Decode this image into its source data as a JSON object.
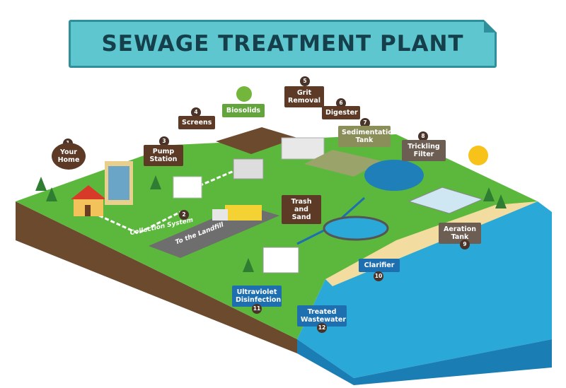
{
  "title": "SEWAGE TREATMENT PLANT",
  "labels": {
    "home": {
      "number": "1",
      "text": "Your\nHome"
    },
    "collection": {
      "number": "2",
      "text": "Collection System"
    },
    "pump": {
      "number": "3",
      "text": "Pump\nStation"
    },
    "screens": {
      "number": "4",
      "text": "Screens"
    },
    "grit": {
      "number": "5",
      "text": "Grit\nRemoval"
    },
    "digester": {
      "number": "6",
      "text": "Digester"
    },
    "sedimentation": {
      "number": "7",
      "text": "Sedimentation\nTank"
    },
    "trickling": {
      "number": "8",
      "text": "Trickling\nFilter"
    },
    "aeration": {
      "number": "9",
      "text": "Aeration\nTank"
    },
    "clarifier": {
      "number": "10",
      "text": "Clarifier"
    },
    "uv": {
      "number": "11",
      "text": "Ultraviolet\nDisinfection"
    },
    "treated": {
      "number": "12",
      "text": "Treated\nWastewater"
    },
    "biosolids": {
      "text": "Biosolids"
    },
    "trash": {
      "text": "Trash and\nSand"
    },
    "landfill": {
      "text": "To the Landfill"
    }
  },
  "colors": {
    "grass": "#5cb83c",
    "grass_dark": "#3f8f2e",
    "soil": "#6b4a2e",
    "water": "#2aa8d8",
    "water_dark": "#1a7db3",
    "sand": "#f2dca0",
    "road": "#6e6e6e",
    "label_brown": "#5c3a26",
    "label_blue": "#1d6fb0",
    "title_bg": "#5ec6cf",
    "title_text": "#153f4a",
    "sun": "#f7c21a"
  }
}
